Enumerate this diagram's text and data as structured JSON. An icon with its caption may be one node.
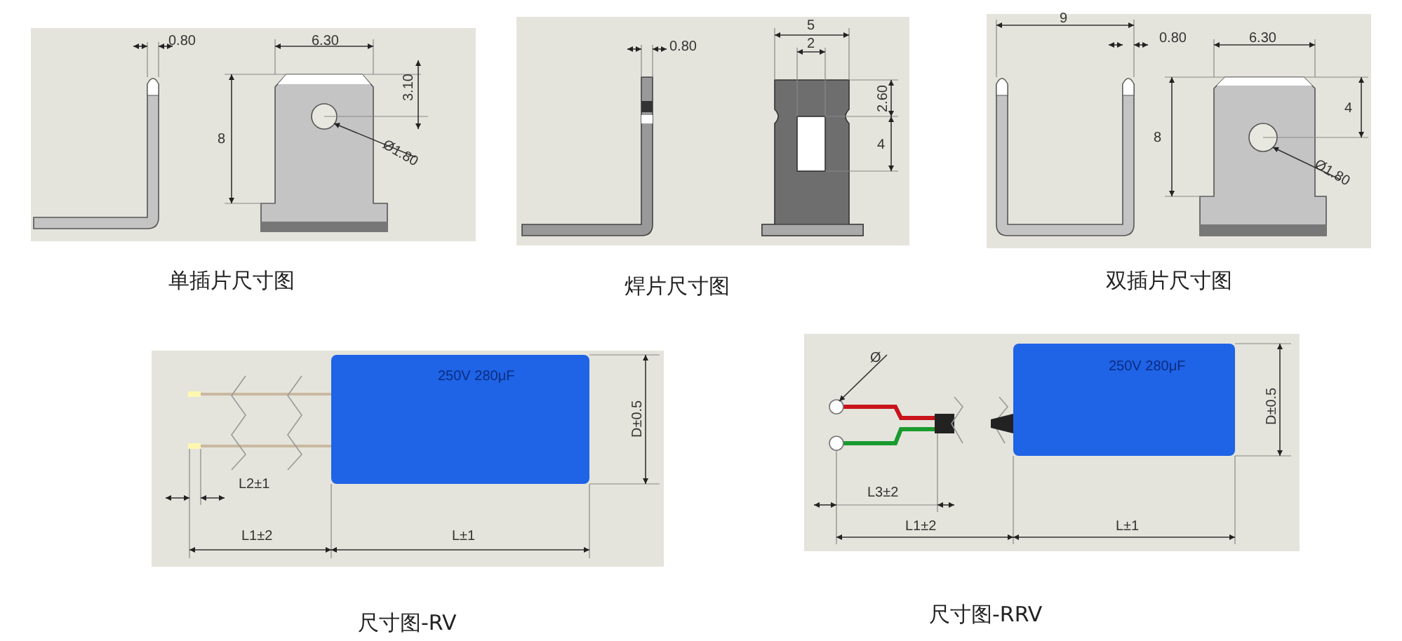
{
  "diagram": {
    "labels": [
      "0.80",
      "6.30",
      "8",
      "3.10",
      "Ø1.80",
      "单插片尺寸图",
      "0.80",
      "5",
      "2",
      "2.60",
      "4",
      "焊片尺寸图",
      "9",
      "0.80",
      "6.30",
      "8",
      "4",
      "Ø1.80",
      "双插片尺寸图",
      "250V 280μF",
      "D±0.5",
      "L2±1",
      "L1±2",
      "L±1",
      "尺寸图-RV",
      "Ø",
      "250V 280μF",
      "D±0.5",
      "L3±2",
      "L1±2",
      "L±1",
      "尺寸图-RRV"
    ]
  }
}
